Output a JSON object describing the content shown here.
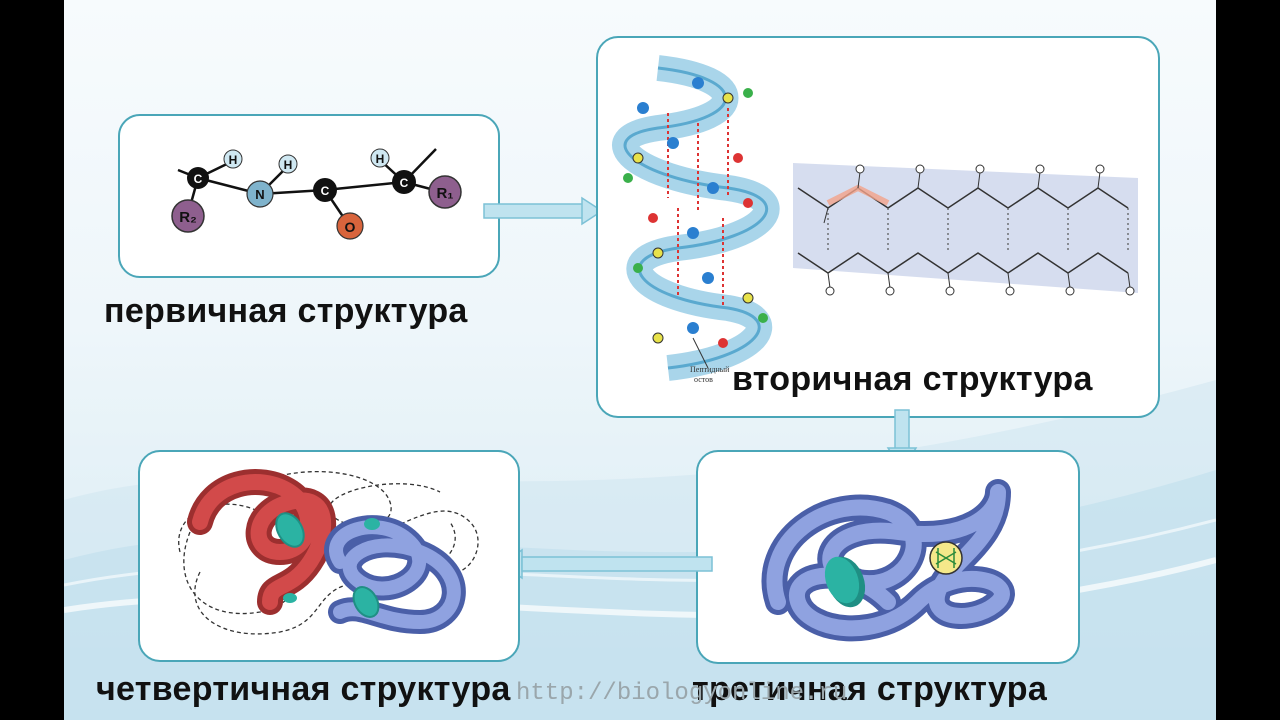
{
  "labels": {
    "primary": "первичная структура",
    "secondary": "вторичная структура",
    "tertiary": "третичная структура",
    "quaternary": "четвертичная структура"
  },
  "watermark": "http://biologyonline.ru",
  "primary_atoms": {
    "c": "C",
    "n": "N",
    "o": "O",
    "h": "H",
    "r1": "R₁",
    "r2": "R₂"
  },
  "helix_caption": [
    "Пептидный",
    "остов"
  ],
  "colors": {
    "border": "#4aa6b8",
    "arrow": "#bfe3ef",
    "tube_blue": "#6f86c9",
    "tube_red": "#d24a4a",
    "disk": "#2bb3a3"
  }
}
